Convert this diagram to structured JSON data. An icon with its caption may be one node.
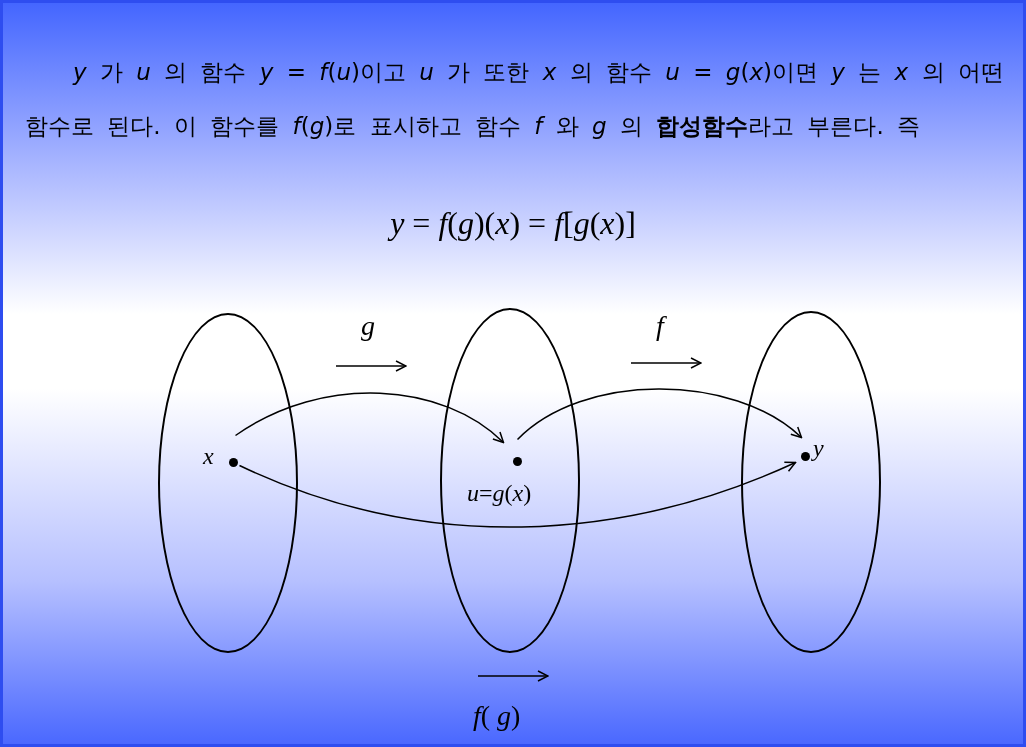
{
  "diagram": {
    "nodes": [
      {
        "text": [],
        "shape": "ellipse"
      },
      {
        "text": [],
        "shape": "ellipse"
      },
      {
        "text": [],
        "shape": "ellipse"
      },
      {
        "text": [],
        "shape": "circle",
        "in": 0,
        "beside": [
          "*x*"
        ]
      },
      {
        "text": [],
        "shape": "circle",
        "in": 1,
        "beside": [
          "*u*=*g*(*x*)"
        ]
      },
      {
        "text": [],
        "shape": "circle",
        "in": 2,
        "beside": [
          "*y*"
        ]
      }
    ],
    "edges": [
      {
        "from": 3,
        "to": 4,
        "arrow": "to"
      },
      {
        "from": 4,
        "to": 5,
        "arrow": "to"
      },
      {
        "from": 3,
        "to": 5,
        "arrow": "to"
      }
    ],
    "labels": [
      "*y* 가 *u* 의 함수 *y* = *f*(*u*)이고 *u* 가 또한 *x* 의 함수 *u* = *g*(*x*)이면 *y* 는 *x* 의 어떤 함수로 된다. 이 함수를 *f*(*g*)로 표시하고 함수 *f* 와 *g* 의 **합성함수**라고 부른다. 즉",
      "*y* = *f*(*g*)(*x*) = *f*[*g*(*x*)]",
      "*g*",
      "*f*",
      "*f*( *g*)"
    ]
  }
}
